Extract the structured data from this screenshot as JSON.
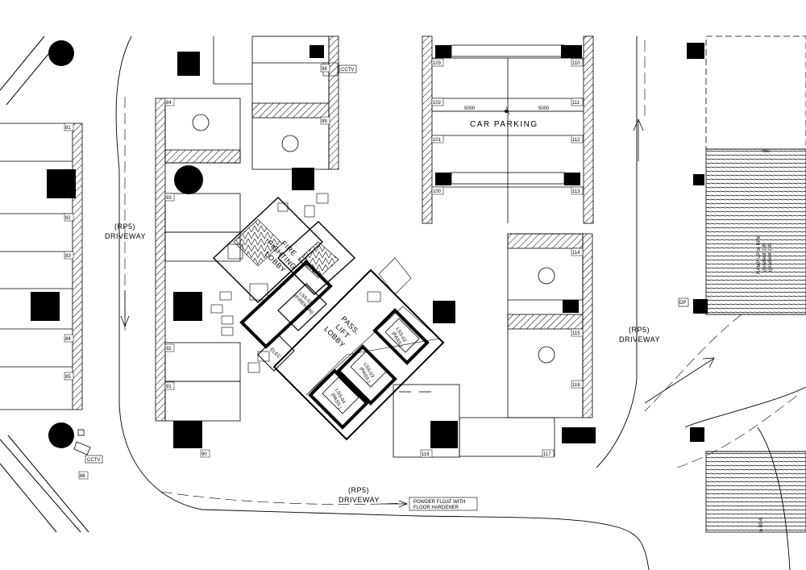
{
  "labels": {
    "car_parking": "CAR PARKING",
    "dim_left": "5000",
    "dim_right": "5000",
    "driveway_left_code": "(RP5)",
    "driveway_left": "DRIVEWAY",
    "driveway_right_code": "(RP5)",
    "driveway_right": "DRIVEWAY",
    "driveway_bottom_code": "(RP5)",
    "driveway_bottom": "DRIVEWAY",
    "fire_lobby_1": "FIRE",
    "fire_lobby_2": "FIGHTING",
    "fire_lobby_3": "LOBBY",
    "pass_lobby_1": "PASS.",
    "pass_lobby_2": "LIFT",
    "pass_lobby_3": "LOBBY",
    "floor_note_1": "POWDER FLOAT WITH",
    "floor_note_2": "FLOOR HARDENER",
    "cctv_top": "CCTV",
    "cctv_bottom": "CCTV",
    "elec": "ELEC",
    "ramp_1": "RAMP UP to RP6",
    "ramp_2": "(gradient 1:8)",
    "ramp_3": "(gradient 1:8)",
    "ramp_bottom": "to RP4",
    "ramp_level": "450",
    "lift_1": "LSS-01",
    "lift_1b": "(FIREMAN)",
    "lift_2": "LSS-02",
    "lift_2b": "(PASS.)",
    "lift_3": "LSS-03",
    "lift_3b": "(PASS.)",
    "lift_4": "LSS-04",
    "lift_4b": "(PASS.)",
    "dp": "DP"
  },
  "stalls": {
    "s81": "81",
    "s82": "82",
    "s83": "83",
    "s84l": "84",
    "s85": "85",
    "s86": "86",
    "s84": "84",
    "s93": "93",
    "s92": "92",
    "s91": "91",
    "s90": "90",
    "s98": "98",
    "s99": "99",
    "s100": "100",
    "s101": "101",
    "s102": "102",
    "s103": "103",
    "s110": "110",
    "s111": "111",
    "s112": "112",
    "s113": "113",
    "s114": "114",
    "s115": "115",
    "s116": "116",
    "s117": "117",
    "s118": "118"
  },
  "icons": [
    "accessible-parking-icon",
    "cctv-camera-icon",
    "north-arrow-icon",
    "lift-car-icon",
    "fire-hose-reel-icon"
  ],
  "colors": {
    "ink": "#000000",
    "paper": "#ffffff",
    "hatch": "#000000"
  }
}
